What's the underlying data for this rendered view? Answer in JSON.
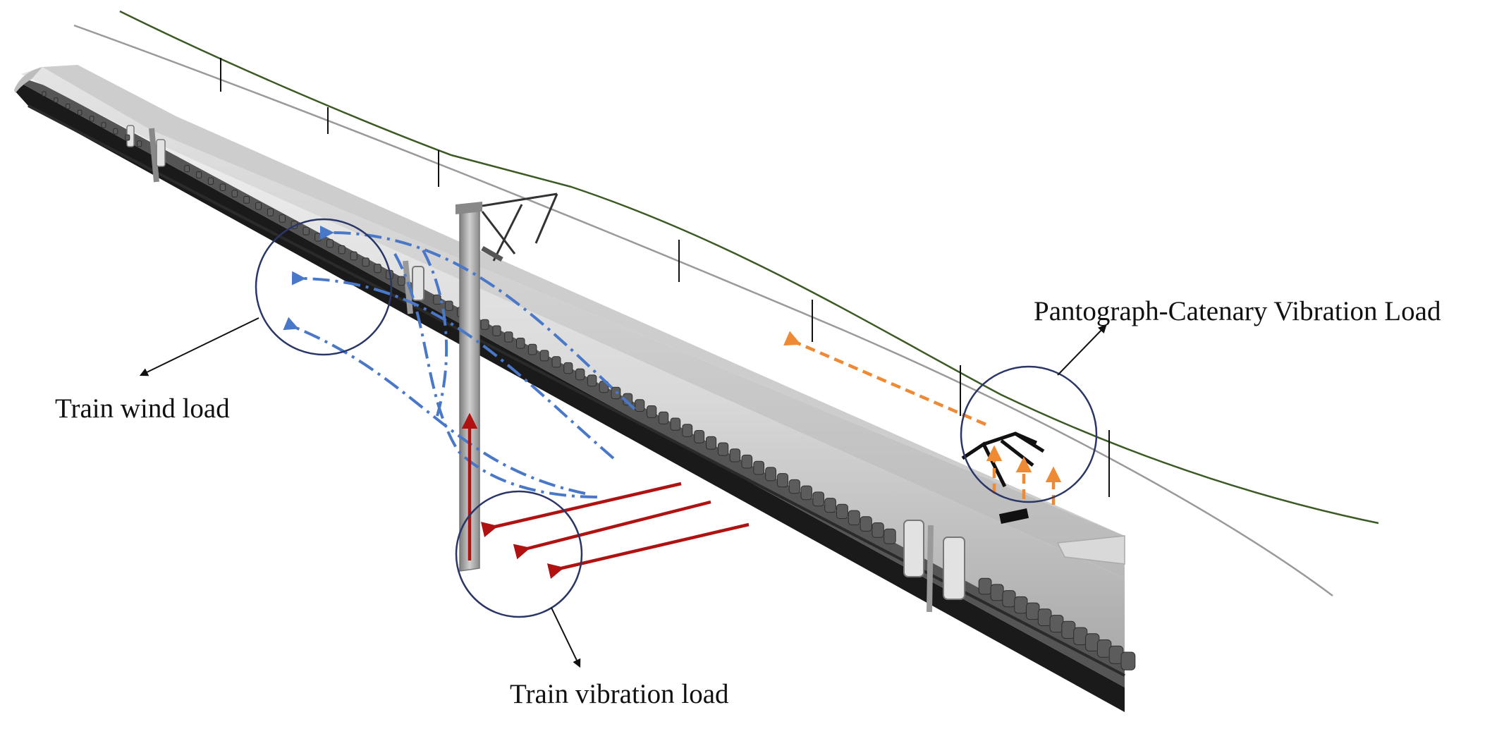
{
  "labels": {
    "pantograph_catenary": "Pantograph-Catenary Vibration Load",
    "train_wind": "Train wind load",
    "train_vibration": "Train vibration load"
  },
  "colors": {
    "catenary_wire": "#3c5a24",
    "rail_line": "#9a9a9a",
    "wind_arrows": "#4a78c8",
    "vibration_arrows": "#b01212",
    "pantograph_arrows": "#ee8a34",
    "callout_circles": "#2a3668",
    "train_body": "#d6d6d6",
    "train_roof": "#c2c2c2",
    "mast": "#9c9c9c"
  }
}
